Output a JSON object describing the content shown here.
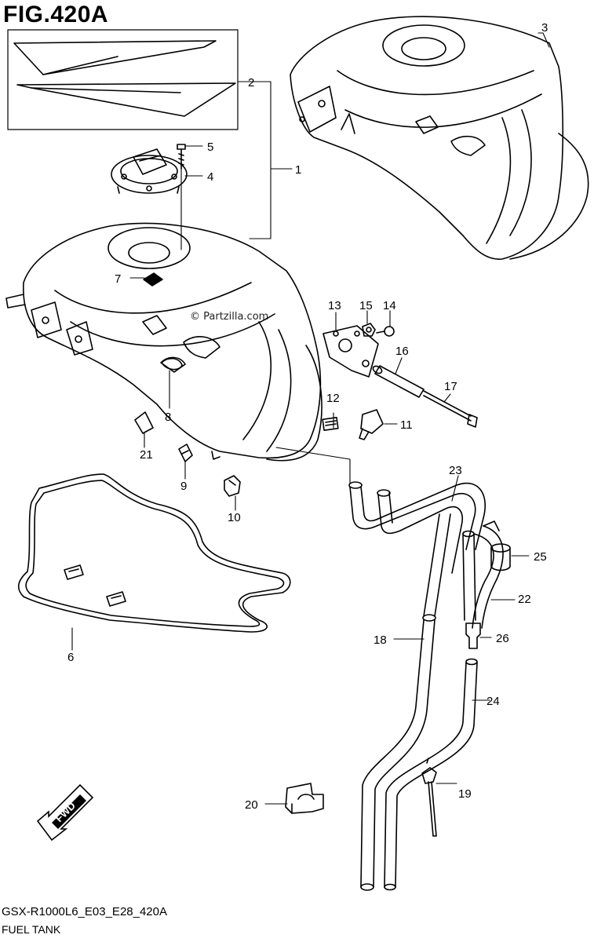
{
  "figure": {
    "title": "FIG.420A",
    "model_code": "GSX-R1000L6_E03_E28_420A",
    "section_name": "FUEL TANK",
    "watermark": "© Partzilla.com",
    "direction_marker": "FWD"
  },
  "callouts": [
    {
      "id": "1",
      "label": "1"
    },
    {
      "id": "2",
      "label": "2"
    },
    {
      "id": "3",
      "label": "3"
    },
    {
      "id": "4",
      "label": "4"
    },
    {
      "id": "5",
      "label": "5"
    },
    {
      "id": "6",
      "label": "6"
    },
    {
      "id": "7",
      "label": "7"
    },
    {
      "id": "8",
      "label": "8"
    },
    {
      "id": "9",
      "label": "9"
    },
    {
      "id": "10",
      "label": "10"
    },
    {
      "id": "11",
      "label": "11"
    },
    {
      "id": "12",
      "label": "12"
    },
    {
      "id": "13",
      "label": "13"
    },
    {
      "id": "14",
      "label": "14"
    },
    {
      "id": "15",
      "label": "15"
    },
    {
      "id": "16",
      "label": "16"
    },
    {
      "id": "17",
      "label": "17"
    },
    {
      "id": "18",
      "label": "18"
    },
    {
      "id": "19",
      "label": "19"
    },
    {
      "id": "20",
      "label": "20"
    },
    {
      "id": "21",
      "label": "21"
    },
    {
      "id": "22",
      "label": "22"
    },
    {
      "id": "23",
      "label": "23"
    },
    {
      "id": "24",
      "label": "24"
    },
    {
      "id": "25",
      "label": "25"
    },
    {
      "id": "26",
      "label": "26"
    }
  ]
}
